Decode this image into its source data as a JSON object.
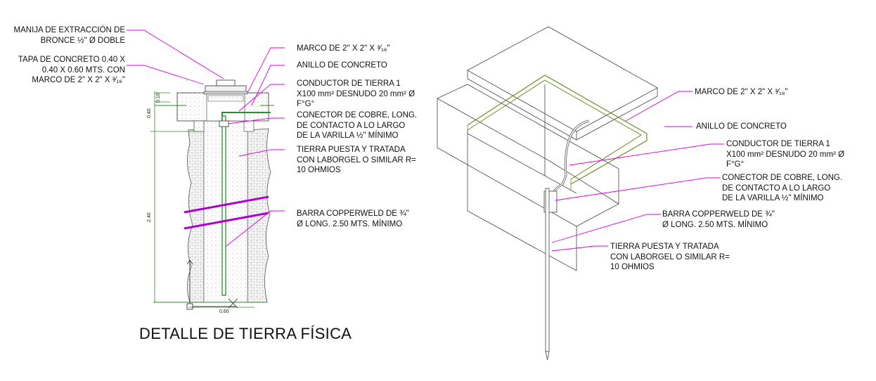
{
  "title": "DETALLE DE TIERRA FÍSICA",
  "section": {
    "labels": {
      "manija": "MANIJA DE EXTRACCIÓN DE\nBRONCE ½\" Ø DOBLE",
      "tapa": "TAPA DE CONCRETO 0.40 X\n0.40 X 0.60 MTS. CON\nMARCO DE 2\" X 2\" X ³⁄₁₆\"",
      "marco": "MARCO DE 2\" X 2\" X ³⁄₁₆\"",
      "anillo": "ANILLO DE CONCRETO",
      "conductor": "CONDUCTOR DE TIERRA 1\nX100 mm² DESNUDO 20 mm² Ø\nF°G°",
      "conector": "CONECTOR DE COBRE, LONG.\nDE CONTACTO A LO LARGO\nDE LA VARILLA ½\" MÍNIMO",
      "tierra": "TIERRA PUESTA Y TRATADA\nCON LABORGEL O SIMILAR R=\n10 OHMIOS",
      "barra": "BARRA COPPERWELD DE ¾\"\nØ LONG. 2.50 MTS. MÍNIMO"
    },
    "dims": {
      "d010": "0.10",
      "d040": "0.40",
      "d240": "2.40",
      "d060": "0.60"
    }
  },
  "iso": {
    "labels": {
      "marco": "MARCO DE 2\" X 2\" X ³⁄₁₆\"",
      "anillo": "ANILLO DE CONCRETO",
      "conductor": "CONDUCTOR DE TIERRA 1\nX100 mm² DESNUDO 20 mm² Ø\nF°G°",
      "conector": "CONECTOR DE COBRE, LONG.\nDE CONTACTO A LO LARGO\nDE LA VARILLA ½\" MÍNIMO",
      "barra": "BARRA COPPERWELD DE ¾\"\nØ LONG. 2.50 MTS. MÍNIMO",
      "tierra": "TIERRA PUESTA Y TRATADA\nCON LABORGEL O SIMILAR R=\n10 OHMIOS"
    }
  },
  "colors": {
    "leader": "#e000e0",
    "rod": "#2e8b2e",
    "frame": "#6b8e23",
    "line": "#333333",
    "break": "#b000d0"
  }
}
